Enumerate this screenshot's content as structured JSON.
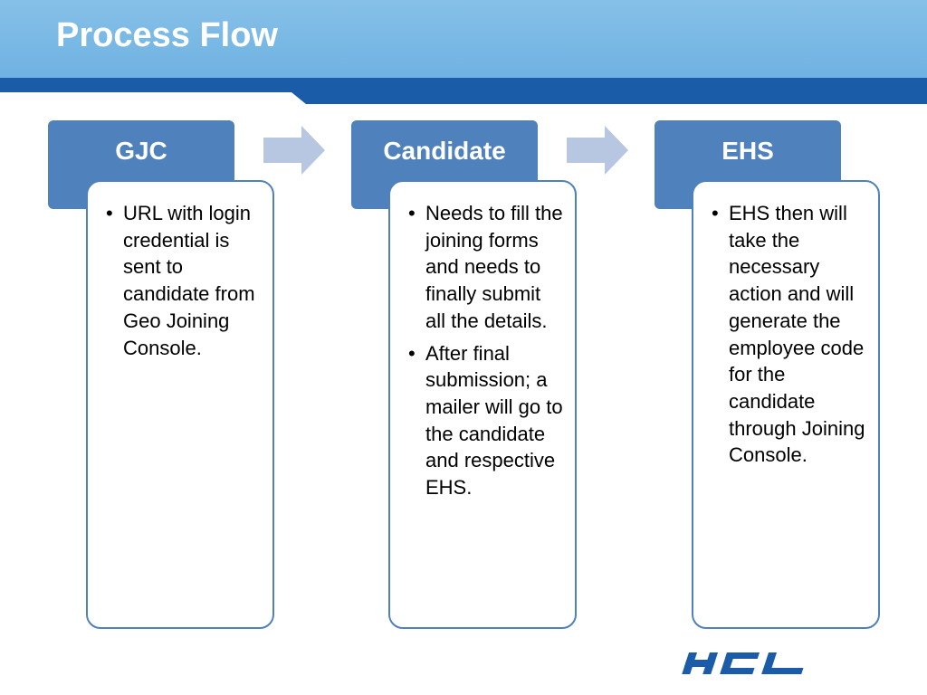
{
  "slide": {
    "title": "Process Flow"
  },
  "colors": {
    "header_light": "#6fb2e2",
    "header_dark": "#1a5ca8",
    "step_fill": "#4f81bd",
    "arrow_fill": "#b7c6e1",
    "logo": "#1a5ca8"
  },
  "steps": [
    {
      "title": "GJC",
      "bullets": [
        "URL with login credential is sent to candidate from Geo Joining Console."
      ]
    },
    {
      "title": "Candidate",
      "bullets": [
        "Needs to fill the joining forms and needs to finally submit all the details.",
        "After final submission; a mailer will go to the candidate and respective EHS."
      ]
    },
    {
      "title": "EHS",
      "bullets": [
        "EHS then will take the necessary action and will generate the employee code for the candidate through Joining Console."
      ]
    }
  ],
  "logo": {
    "text": "HCL"
  }
}
